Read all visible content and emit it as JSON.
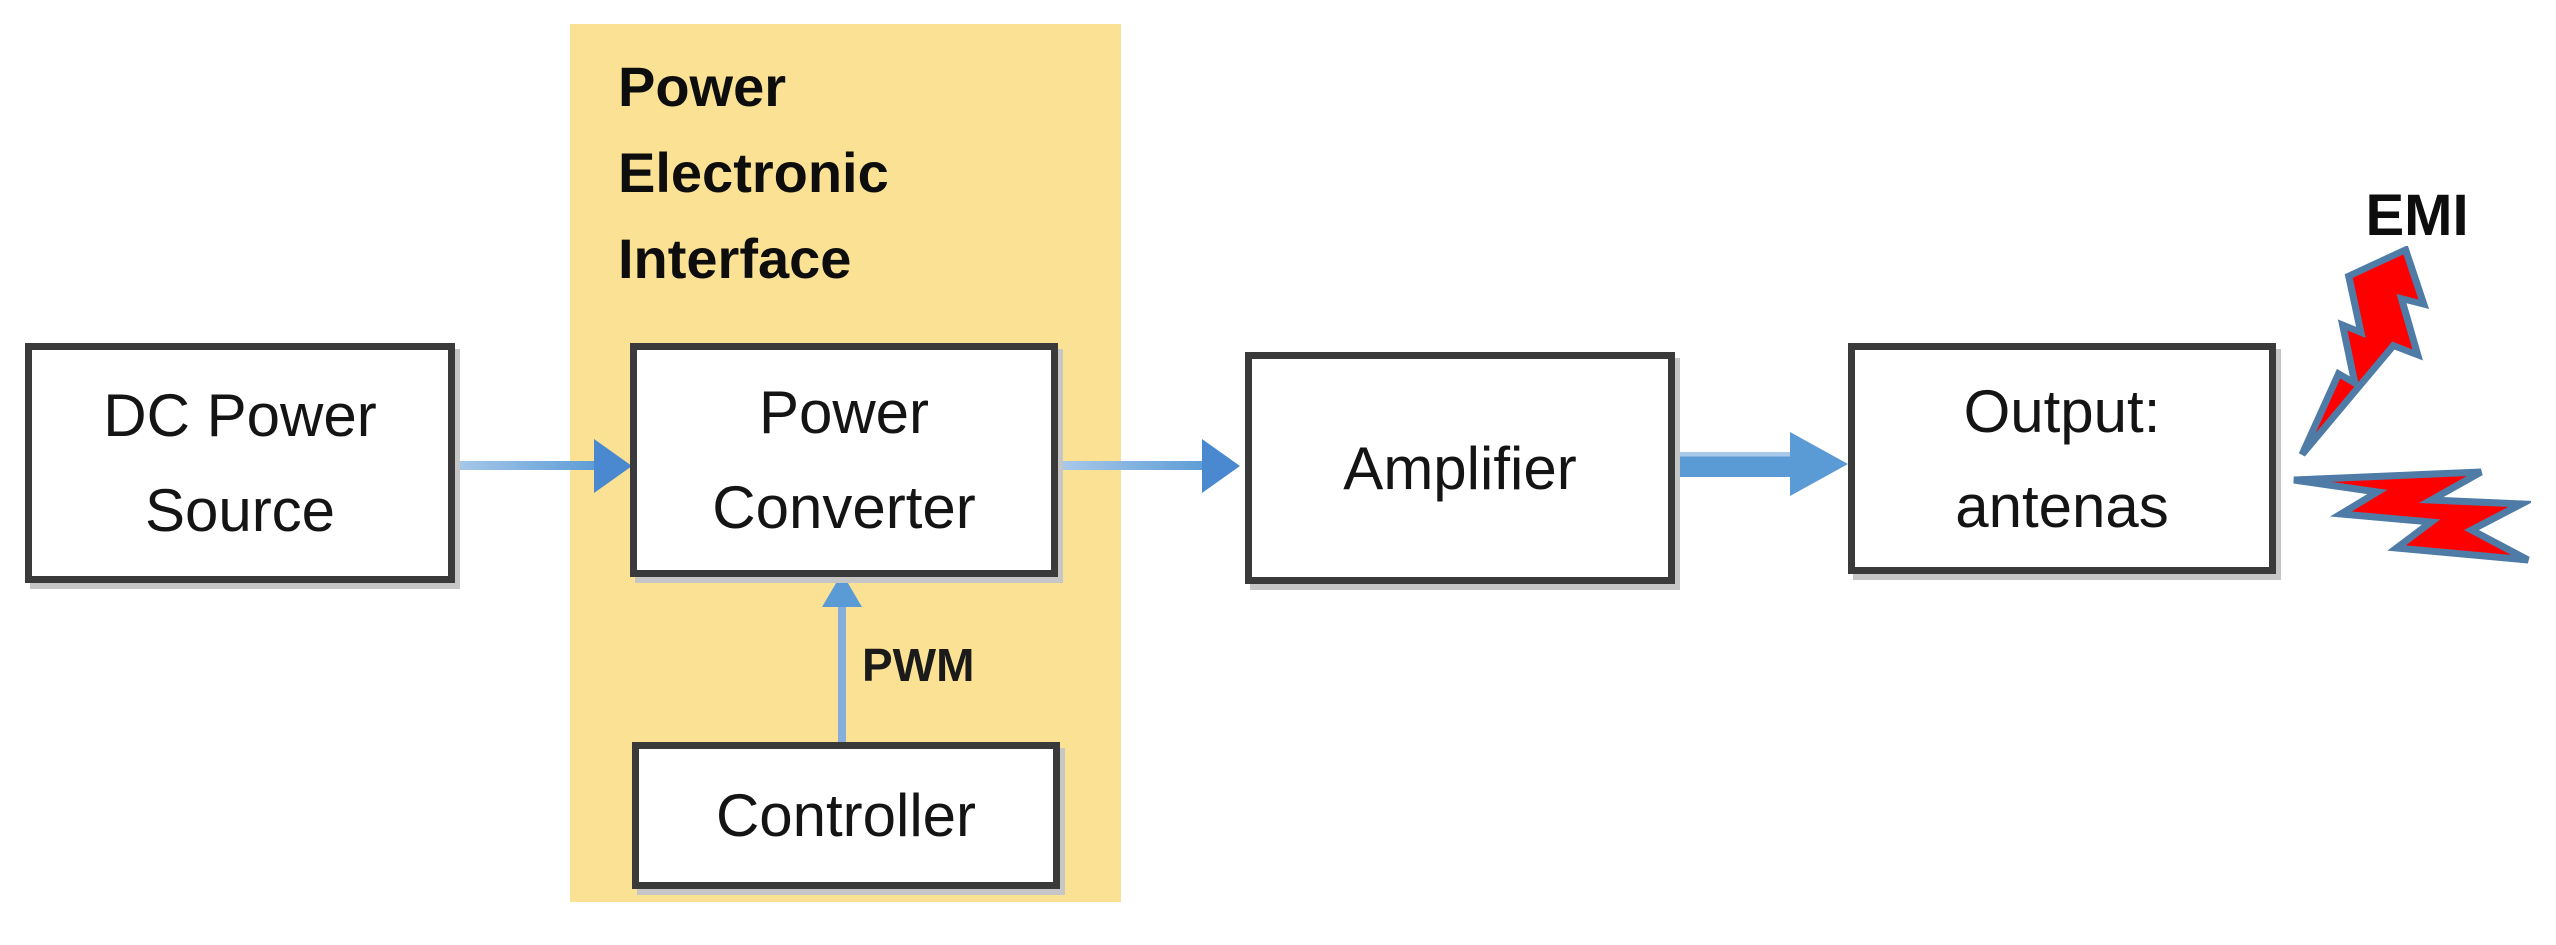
{
  "diagram": {
    "panel": {
      "title": "Power\nElectronic\nInterface"
    },
    "blocks": {
      "dc_power_source": "DC Power\nSource",
      "power_converter": "Power\nConverter",
      "controller": "Controller",
      "amplifier": "Amplifier",
      "output_antennas": "Output:\nantenas"
    },
    "labels": {
      "pwm": "PWM",
      "emi": "EMI"
    },
    "colors": {
      "panel_yellow": "#FAE194",
      "box_border": "#3A3A3A",
      "arrow_blue": "#5B9BD5",
      "arrow_head_blue": "#4A89CF",
      "arrow_light_blue": "#85AEDC",
      "bolt_red": "#FF0000",
      "bolt_outline": "#4F7BA7"
    }
  }
}
